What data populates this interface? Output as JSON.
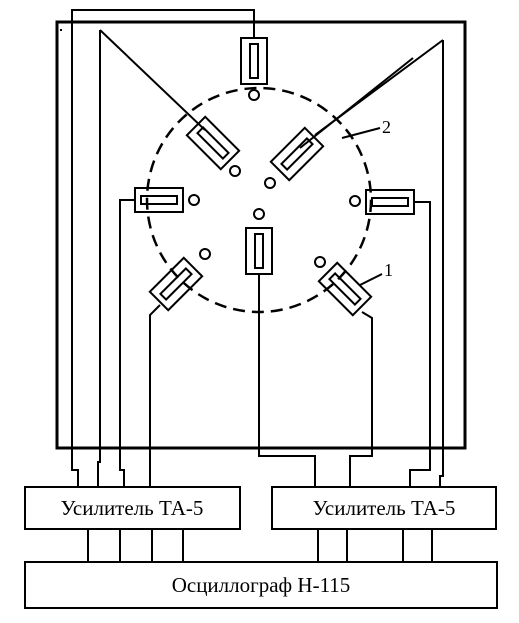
{
  "amplifier_left": {
    "label": "Усилитель ТА-5"
  },
  "amplifier_right": {
    "label": "Усилитель ТА-5"
  },
  "oscillograph": {
    "label": "Осциллограф Н-115"
  },
  "callouts": {
    "one": "1",
    "two": "2"
  },
  "colors": {
    "ink": "#000000",
    "paper": "#ffffff"
  }
}
